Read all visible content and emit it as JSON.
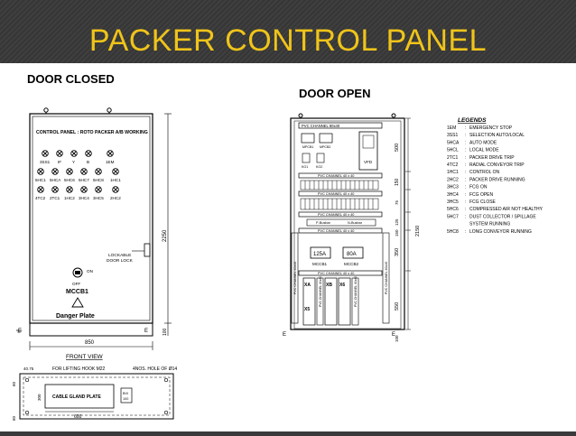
{
  "slide_title": "PACKER CONTROL PANEL",
  "door_closed": {
    "heading": "DOOR CLOSED",
    "panel_label": "CONTROL PANEL : ROTO PACKER A/B WORKING",
    "row1_labels": [
      "3SS1",
      "IF",
      "Y",
      "B",
      "1EM"
    ],
    "row2_labels": [
      "5HC1",
      "5HCA",
      "5HC6",
      "5HC7",
      "5HC8",
      "1HC1"
    ],
    "row3_labels": [
      "4TC2",
      "2TC1",
      "1HC2",
      "3HC4",
      "3HC5",
      "2HC2"
    ],
    "lock_label_1": "LOCKABLE",
    "lock_label_2": "DOOR LOCK",
    "on_label": "ON",
    "off_label": "OFF",
    "mccb_label": "MCCB1",
    "danger_label": "Danger Plate",
    "earth_left": "E",
    "earth_right": "E",
    "height_dim": "2250",
    "base_dim": "100",
    "width_dim": "850",
    "view_label": "FRONT VIEW"
  },
  "bottom_view": {
    "hook_label": "FOR LIFTING HOOK M22",
    "holes_label": "4NOS. HOLE OF Ø14",
    "dim_top": "40.75",
    "dim_side": "300",
    "dim_small": "60",
    "dim_small2": "60",
    "gland_label": "CABLE GLAND PLATE",
    "gland_width": "600",
    "box_label": "BIX",
    "box_label2": "100"
  },
  "door_open": {
    "heading": "DOOR OPEN",
    "channel_top": "PVC CHANNEL 80x40",
    "mpcb1": "MPCB1",
    "mpcb2": "MPCB2",
    "vfd": "VFD",
    "ko1": "KO1",
    "ko2": "KO2",
    "ch1": "PVC CHANNEL 40 x 40",
    "ch2": "PVC CHANNEL 40 x 40",
    "ch3": "PVC CHANNEL 40 x 40",
    "busbar1": "P-Busbar",
    "busbar2": "N-Busbar",
    "ch4": "PVC CHANNEL 40 x 40",
    "mccb1_rating": "125A",
    "mccb1": "MCCB1",
    "mccb2_rating": "80A",
    "mccb2": "MCCB2",
    "ch5": "PVC CHANNEL 40 x 40",
    "left_channel": "PVC CHANNEL 40x40",
    "right_channel": "PVC CHANNEL 40x40",
    "xa": "XA",
    "xs": "X5",
    "xb": "XB",
    "x6": "X6",
    "inner_ch1": "PVC CHANNEL 40x40",
    "inner_ch2": "PVC CHANNEL 40x40",
    "dim_500": "500",
    "dim_150": "150",
    "dim_75": "75",
    "dim_125": "125",
    "dim_150b": "150",
    "dim_2150": "2150",
    "dim_350": "350",
    "dim_550": "550",
    "dim_100": "100",
    "earth_left": "E",
    "earth_right": "E"
  },
  "legends": {
    "heading": "LEGENDS",
    "items": [
      {
        "code": "1EM",
        "desc": "EMERGENCY STOP"
      },
      {
        "code": "3SS1",
        "desc": "SELECTION AUTO/LOCAL"
      },
      {
        "code": "5HCA",
        "desc": "AUTO MODE"
      },
      {
        "code": "5HCL",
        "desc": "LOCAL MODE"
      },
      {
        "code": "2TC1",
        "desc": "PACKER DRIVE TRIP"
      },
      {
        "code": "4TC2",
        "desc": "RADIAL CONVEYOR TRIP"
      },
      {
        "code": "1HC1",
        "desc": "CONTROL ON"
      },
      {
        "code": "2HC2",
        "desc": "PACKER DRIVE RUNNING"
      },
      {
        "code": "3HC3",
        "desc": "FCG ON"
      },
      {
        "code": "3HC4",
        "desc": "FCG OPEN"
      },
      {
        "code": "3HC5",
        "desc": "FCG CLOSE"
      },
      {
        "code": "5HC6",
        "desc": "COMPRESSED AIR NOT HEALTHY"
      },
      {
        "code": "5HC7",
        "desc": "DUST COLLECTOR / SPILLAGE"
      },
      {
        "code": "",
        "desc": "SYSTEM RUNNING"
      },
      {
        "code": "5HC8",
        "desc": "LONG CONVEYOR RUNNING"
      }
    ]
  }
}
